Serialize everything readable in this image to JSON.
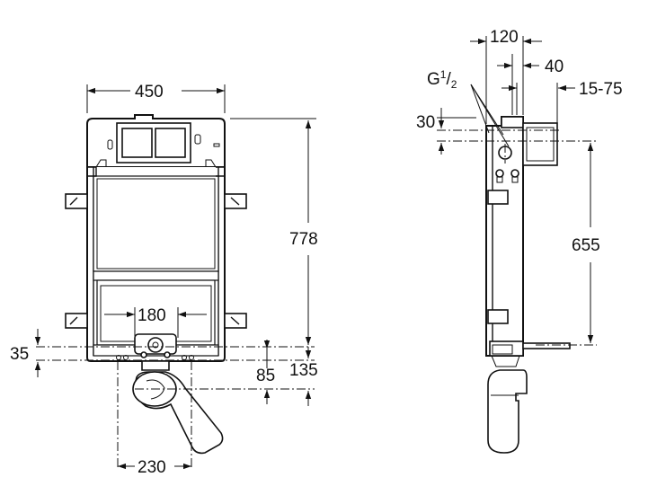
{
  "dimensions": {
    "front_width": "450",
    "front_height": "778",
    "front_bolt_spacing": "180",
    "front_base_offset": "35",
    "front_outlet_drop": "85",
    "front_outlet_depth": "135",
    "front_outlet_width": "230",
    "side_depth": "120",
    "side_inlet_offset": "40",
    "side_adjust_range": "15-75",
    "side_inlet_height": "30",
    "side_height": "655",
    "thread_prefix": "G",
    "thread_sup": "1",
    "thread_slash": "/",
    "thread_sub": "2"
  },
  "colors": {
    "line": "#111111",
    "background": "#ffffff"
  }
}
